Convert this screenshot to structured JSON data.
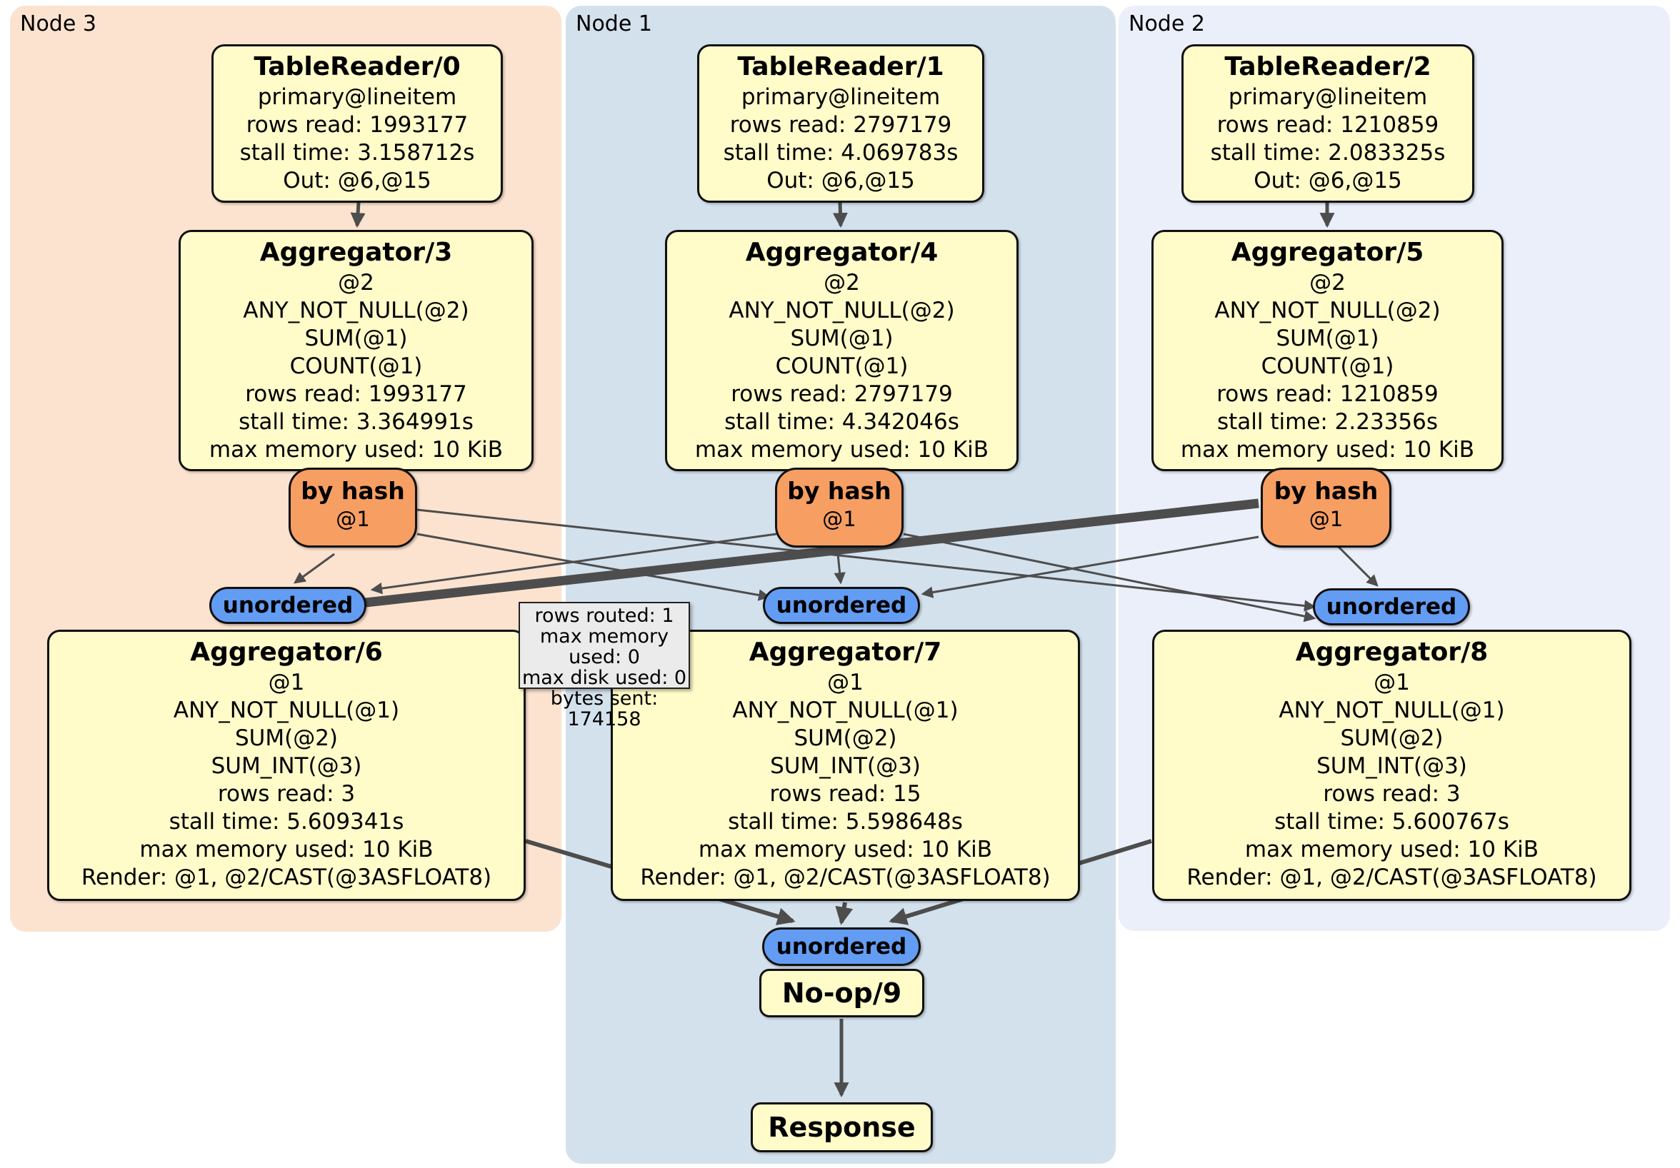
{
  "nodes": [
    {
      "label": "Node 3",
      "tableReader": {
        "title": "TableReader/0",
        "lines": [
          "primary@lineitem",
          "rows read: 1993177",
          "stall time: 3.158712s",
          "Out: @6,@15"
        ]
      },
      "aggTop": {
        "title": "Aggregator/3",
        "lines": [
          "@2",
          "ANY_NOT_NULL(@2)",
          "SUM(@1)",
          "COUNT(@1)",
          "rows read: 1993177",
          "stall time: 3.364991s",
          "max memory used: 10 KiB"
        ]
      },
      "router": {
        "label": "by hash",
        "arg": "@1"
      },
      "sync": {
        "label": "unordered"
      },
      "aggBottom": {
        "title": "Aggregator/6",
        "lines": [
          "@1",
          "ANY_NOT_NULL(@1)",
          "SUM(@2)",
          "SUM_INT(@3)",
          "rows read: 3",
          "stall time: 5.609341s",
          "max memory used: 10 KiB",
          "Render: @1, @2/CAST(@3ASFLOAT8)"
        ]
      }
    },
    {
      "label": "Node 1",
      "tableReader": {
        "title": "TableReader/1",
        "lines": [
          "primary@lineitem",
          "rows read: 2797179",
          "stall time: 4.069783s",
          "Out: @6,@15"
        ]
      },
      "aggTop": {
        "title": "Aggregator/4",
        "lines": [
          "@2",
          "ANY_NOT_NULL(@2)",
          "SUM(@1)",
          "COUNT(@1)",
          "rows read: 2797179",
          "stall time: 4.342046s",
          "max memory used: 10 KiB"
        ]
      },
      "router": {
        "label": "by hash",
        "arg": "@1"
      },
      "sync": {
        "label": "unordered"
      },
      "aggBottom": {
        "title": "Aggregator/7",
        "lines": [
          "@1",
          "ANY_NOT_NULL(@1)",
          "SUM(@2)",
          "SUM_INT(@3)",
          "rows read: 15",
          "stall time: 5.598648s",
          "max memory used: 10 KiB",
          "Render: @1, @2/CAST(@3ASFLOAT8)"
        ]
      }
    },
    {
      "label": "Node 2",
      "tableReader": {
        "title": "TableReader/2",
        "lines": [
          "primary@lineitem",
          "rows read: 1210859",
          "stall time: 2.083325s",
          "Out: @6,@15"
        ]
      },
      "aggTop": {
        "title": "Aggregator/5",
        "lines": [
          "@2",
          "ANY_NOT_NULL(@2)",
          "SUM(@1)",
          "COUNT(@1)",
          "rows read: 1210859",
          "stall time: 2.23356s",
          "max memory used: 10 KiB"
        ]
      },
      "router": {
        "label": "by hash",
        "arg": "@1"
      },
      "sync": {
        "label": "unordered"
      },
      "aggBottom": {
        "title": "Aggregator/8",
        "lines": [
          "@1",
          "ANY_NOT_NULL(@1)",
          "SUM(@2)",
          "SUM_INT(@3)",
          "rows read: 3",
          "stall time: 5.600767s",
          "max memory used: 10 KiB",
          "Render: @1, @2/CAST(@3ASFLOAT8)"
        ]
      }
    }
  ],
  "tooltip": {
    "lines": [
      "rows routed: 1",
      "max memory used: 0",
      "max disk used: 0",
      "bytes sent: 174158"
    ]
  },
  "output": {
    "sync": "unordered",
    "noop": "No-op/9",
    "response": "Response"
  },
  "colors": {
    "node3_bg": "#fce3cf",
    "node1_bg": "#d3e1ed",
    "node2_bg": "#eaeffa",
    "processor_fill": "#fffcc9",
    "router_fill": "#f79e63",
    "sync_fill": "#639cf3",
    "edge": "#4d4d4d",
    "tooltip_bg": "#ebebeb"
  }
}
